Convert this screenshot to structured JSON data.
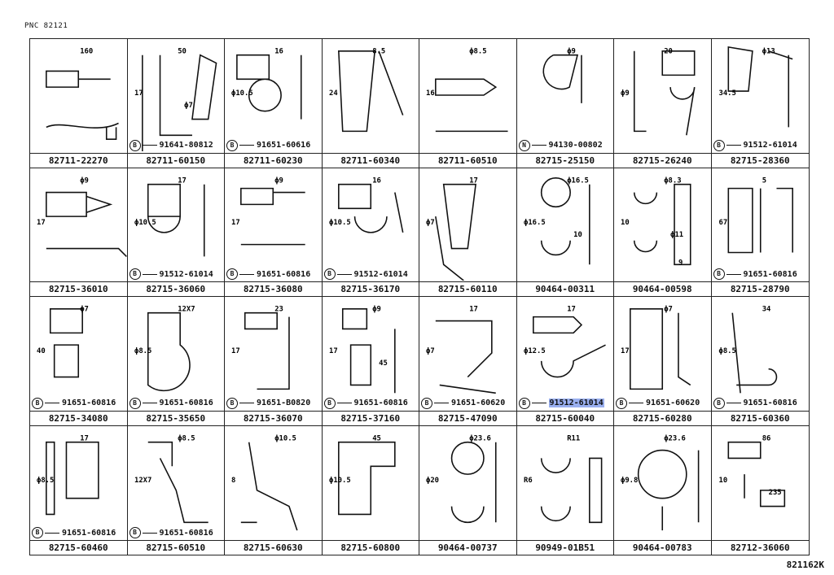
{
  "header": {
    "pnc": "PNC 82121"
  },
  "footer": {
    "code": "821162K"
  },
  "highlight_color": "#9ab0f0",
  "cells": [
    {
      "part": "82711-22270",
      "sub": null,
      "mark": null,
      "dims": [
        "160"
      ]
    },
    {
      "part": "82711-60150",
      "sub": "91641-80812",
      "mark": "B",
      "dims": [
        "50",
        "17",
        "ϕ7"
      ]
    },
    {
      "part": "82711-60230",
      "sub": "91651-60616",
      "mark": "B",
      "dims": [
        "16",
        "ϕ10.5"
      ]
    },
    {
      "part": "82711-60340",
      "sub": null,
      "mark": null,
      "dims": [
        "8.5",
        "24"
      ]
    },
    {
      "part": "82711-60510",
      "sub": null,
      "mark": null,
      "dims": [
        "ϕ8.5",
        "16"
      ]
    },
    {
      "part": "82715-25150",
      "sub": "94130-00802",
      "mark": "N",
      "dims": [
        "ϕ9"
      ]
    },
    {
      "part": "82715-26240",
      "sub": null,
      "mark": null,
      "dims": [
        "20",
        "ϕ9"
      ]
    },
    {
      "part": "82715-28360",
      "sub": "91512-61014",
      "mark": "B",
      "dims": [
        "ϕ13",
        "34.5"
      ]
    },
    {
      "part": "82715-36010",
      "sub": null,
      "mark": null,
      "dims": [
        "ϕ9",
        "17"
      ]
    },
    {
      "part": "82715-36060",
      "sub": "91512-61014",
      "mark": "B",
      "dims": [
        "17",
        "ϕ10.5"
      ]
    },
    {
      "part": "82715-36080",
      "sub": "91651-60816",
      "mark": "B",
      "dims": [
        "ϕ9",
        "17"
      ]
    },
    {
      "part": "82715-36170",
      "sub": "91512-61014",
      "mark": "B",
      "dims": [
        "16",
        "ϕ10.5"
      ]
    },
    {
      "part": "82715-60110",
      "sub": null,
      "mark": null,
      "dims": [
        "17",
        "ϕ7"
      ]
    },
    {
      "part": "90464-00311",
      "sub": null,
      "mark": null,
      "dims": [
        "ϕ16.5",
        "ϕ16.5",
        "10"
      ]
    },
    {
      "part": "90464-00598",
      "sub": null,
      "mark": null,
      "dims": [
        "ϕ8.3",
        "10",
        "ϕ11",
        "9"
      ]
    },
    {
      "part": "82715-28790",
      "sub": "91651-60816",
      "mark": "B",
      "dims": [
        "5",
        "67"
      ]
    },
    {
      "part": "82715-34080",
      "sub": "91651-60816",
      "mark": "B",
      "dims": [
        "ϕ7",
        "40"
      ]
    },
    {
      "part": "82715-35650",
      "sub": "91651-60816",
      "mark": "B",
      "dims": [
        "12X7",
        "ϕ8.5"
      ]
    },
    {
      "part": "82715-36070",
      "sub": "91651-B0820",
      "mark": "B",
      "dims": [
        "23",
        "17"
      ]
    },
    {
      "part": "82715-37160",
      "sub": "91651-60816",
      "mark": "B",
      "dims": [
        "ϕ9",
        "17",
        "45"
      ]
    },
    {
      "part": "82715-47090",
      "sub": "91651-60620",
      "mark": "B",
      "dims": [
        "17",
        "ϕ7"
      ]
    },
    {
      "part": "82715-60040",
      "sub": "91512-61014",
      "mark": "B",
      "dims": [
        "17",
        "ϕ12.5"
      ],
      "highlight": true
    },
    {
      "part": "82715-60280",
      "sub": "91651-60620",
      "mark": "B",
      "dims": [
        "ϕ7",
        "17"
      ]
    },
    {
      "part": "82715-60360",
      "sub": "91651-60816",
      "mark": "B",
      "dims": [
        "34",
        "ϕ8.5"
      ]
    },
    {
      "part": "82715-60460",
      "sub": "91651-60816",
      "mark": "B",
      "dims": [
        "17",
        "ϕ8.5"
      ]
    },
    {
      "part": "82715-60510",
      "sub": "91651-60816",
      "mark": "B",
      "dims": [
        "ϕ8.5",
        "12X7"
      ]
    },
    {
      "part": "82715-60630",
      "sub": null,
      "mark": null,
      "dims": [
        "ϕ10.5",
        "8"
      ]
    },
    {
      "part": "82715-60800",
      "sub": null,
      "mark": null,
      "dims": [
        "45",
        "ϕ10.5"
      ]
    },
    {
      "part": "90464-00737",
      "sub": null,
      "mark": null,
      "dims": [
        "ϕ23.6",
        "ϕ20"
      ]
    },
    {
      "part": "90949-01B51",
      "sub": null,
      "mark": null,
      "dims": [
        "R11",
        "R6"
      ]
    },
    {
      "part": "90464-00783",
      "sub": null,
      "mark": null,
      "dims": [
        "ϕ23.6",
        "ϕ9.8"
      ]
    },
    {
      "part": "82712-36060",
      "sub": null,
      "mark": null,
      "dims": [
        "86",
        "10",
        "235"
      ]
    }
  ]
}
